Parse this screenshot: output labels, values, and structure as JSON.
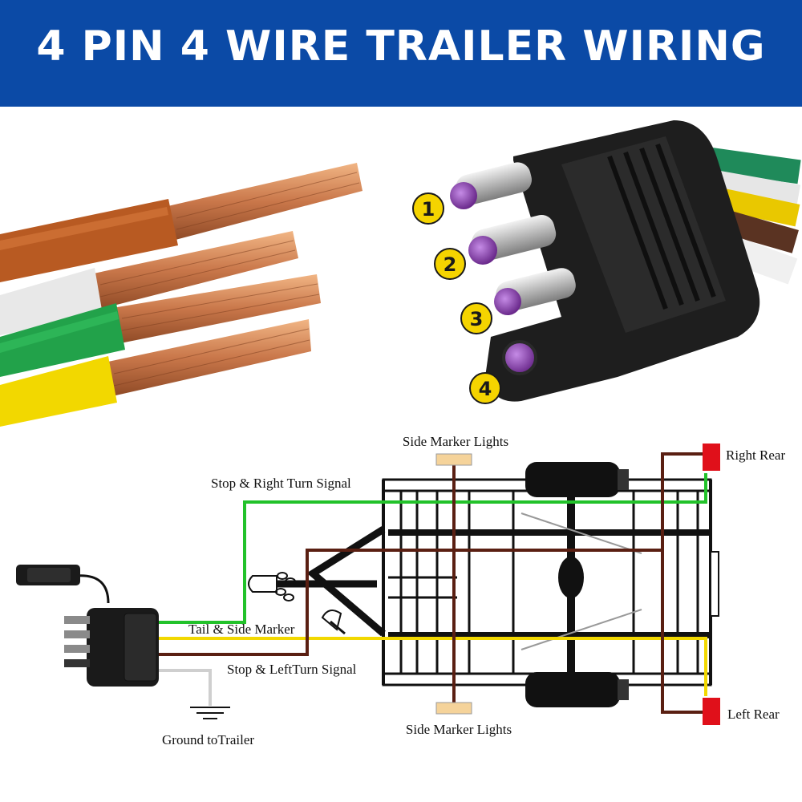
{
  "title": "4 PIN 4 WIRE TRAILER WIRING",
  "colors": {
    "banner": "#0b4aa6",
    "brown": "#b85a22",
    "white": "#e8e8e8",
    "green": "#22b14c",
    "yellow": "#f2d800",
    "wire_brown": "#5a1f12",
    "lamp_red": "#e0101a",
    "marker_tan": "#f5d39a",
    "pin_yellow": "#f5d400"
  },
  "wires": [
    {
      "name": "brown-wire",
      "color": "#b85a22"
    },
    {
      "name": "white-wire",
      "color": "#e8e8e8"
    },
    {
      "name": "green-wire",
      "color": "#22b14c"
    },
    {
      "name": "yellow-wire",
      "color": "#f2d800"
    }
  ],
  "pins": [
    "1",
    "2",
    "3",
    "4"
  ],
  "diagram": {
    "side_marker_top": "Side Marker Lights",
    "side_marker_bottom": "Side Marker Lights",
    "right_rear": "Right Rear",
    "left_rear": "Left Rear",
    "stop_right": "Stop & Right Turn Signal",
    "tail_side": "Tail & Side Marker",
    "stop_left": "Stop & LeftTurn Signal",
    "ground": "Ground toTrailer"
  }
}
